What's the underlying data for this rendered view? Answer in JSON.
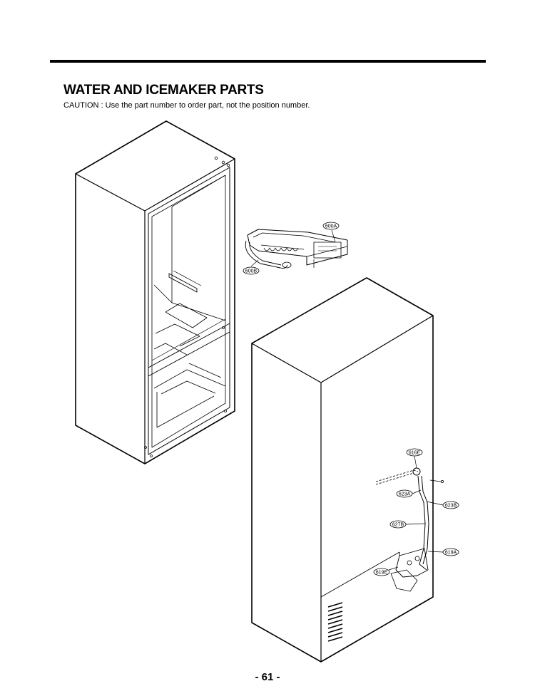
{
  "header": {
    "title": "WATER AND ICEMAKER PARTS",
    "caution": "CAUTION : Use the part number to order part, not the position number."
  },
  "callouts": {
    "c600A": "600A",
    "c600B": "600B",
    "c616E": "616E",
    "c623A": "623A",
    "c623B": "623B",
    "c627B": "627B",
    "c619A": "619A",
    "c619E": "619E"
  },
  "footer": {
    "page_number": "- 61 -"
  }
}
